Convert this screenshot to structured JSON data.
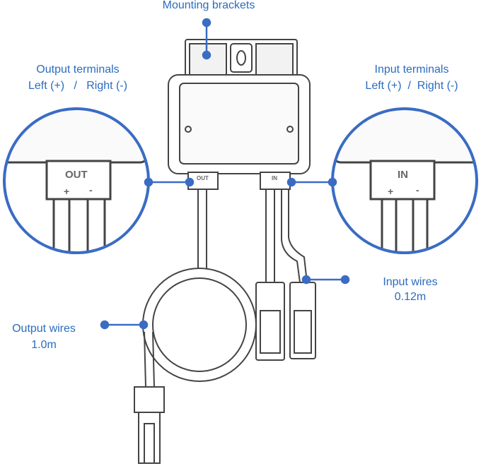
{
  "labels": {
    "mounting": "Mounting brackets",
    "output_terminals_title": "Output terminals",
    "output_terminals_sub": "Left (+)   /   Right (-)",
    "input_terminals_title": "Input terminals",
    "input_terminals_sub": "Left (+)  /  Right (-)",
    "input_wires_title": "Input wires",
    "input_wires_len": "0.12m",
    "output_wires_title": "Output wires",
    "output_wires_len": "1.0m"
  },
  "device": {
    "out_text": "OUT",
    "in_text": "IN",
    "plus": "+",
    "minus": "-"
  },
  "colors": {
    "accent": "#3a6cc4",
    "text": "#2a6cc0",
    "line": "#444444"
  }
}
